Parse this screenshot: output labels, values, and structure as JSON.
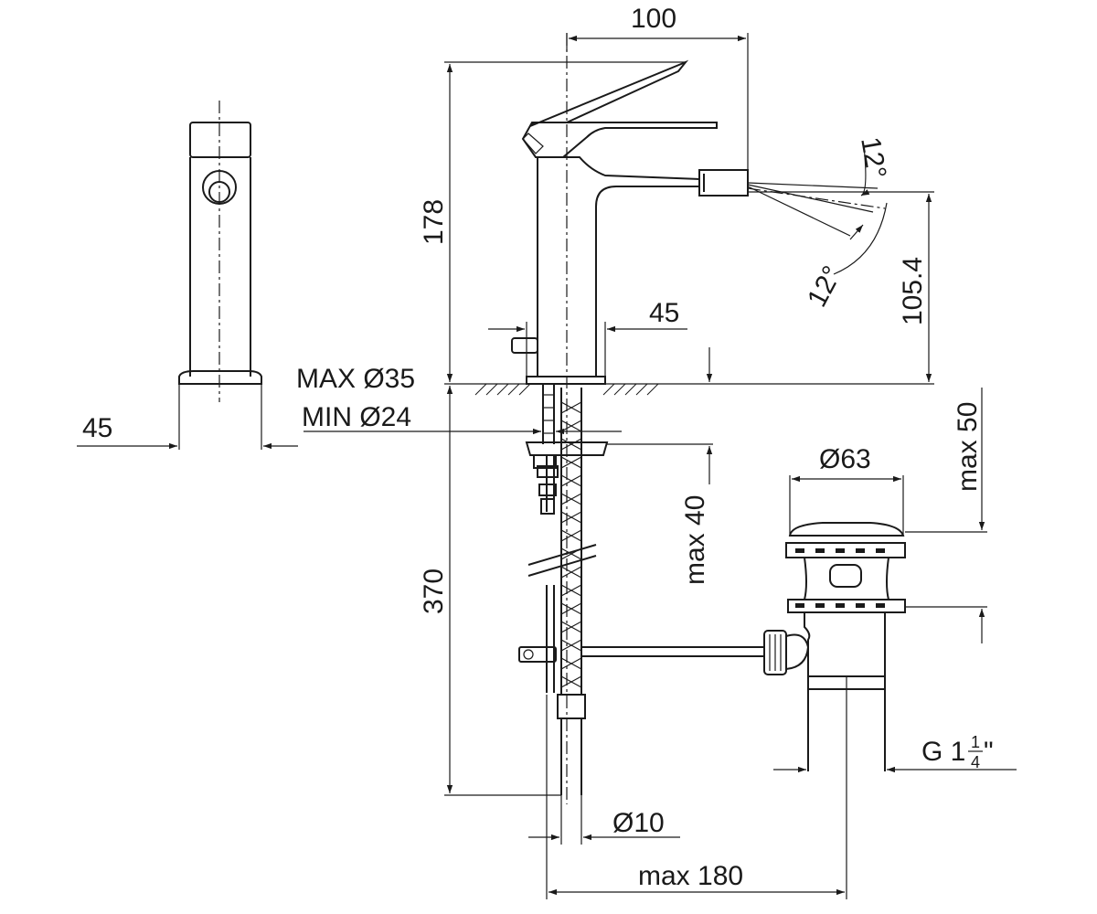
{
  "dimensions": {
    "side_width": "45",
    "spout_reach": "100",
    "body_height": "178",
    "base_diameter": "45",
    "hole_max": "MAX Ø35",
    "hole_min": "MIN Ø24",
    "outlet_height": "105.4",
    "angle_up": "12°",
    "angle_down": "12°",
    "max_thickness": "max 40",
    "max_50": "max 50",
    "waste_diameter": "Ø63",
    "hose_length": "370",
    "hose_diameter": "Ø10",
    "max_180": "max 180",
    "thread_prefix": "G 1",
    "thread_num": "1",
    "thread_den": "4",
    "thread_suffix": "\""
  }
}
